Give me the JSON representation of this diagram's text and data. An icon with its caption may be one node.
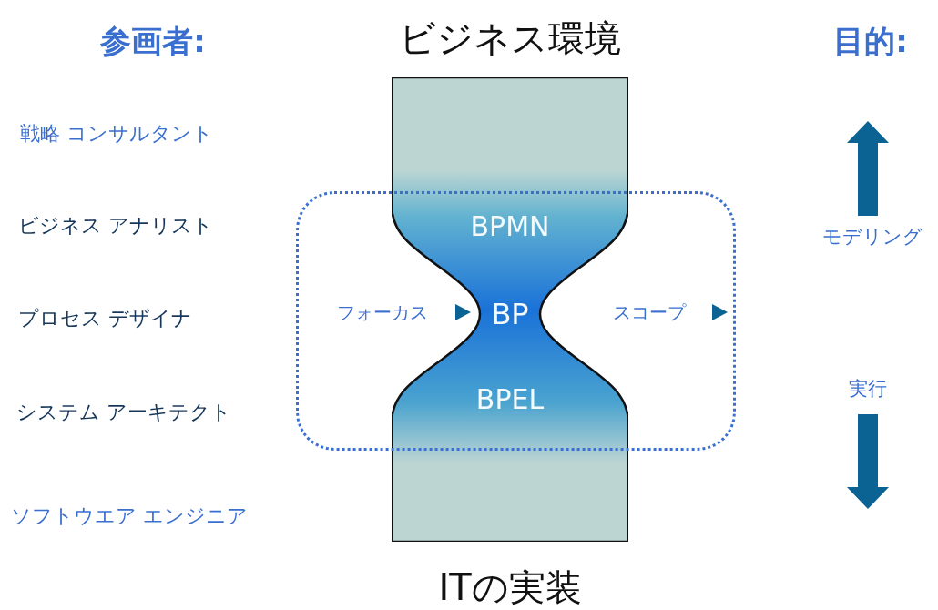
{
  "diagram": {
    "nodes": [
      {
        "text": [
          "フォーカス",
          "スコープ"
        ]
      },
      {
        "text": [
          "BPMN",
          "BP",
          "BPEL"
        ],
        "beside": [
          "ビジネス環境",
          "ITの実装"
        ]
      }
    ],
    "labels": [
      "参画者:",
      "戦略 コンサルタント",
      "ビジネス アナリスト",
      "プロセス デザイナ",
      "システム アーキテクト",
      "ソフトウエア エンジニア",
      "目的:",
      "モデリング",
      "実行"
    ]
  }
}
